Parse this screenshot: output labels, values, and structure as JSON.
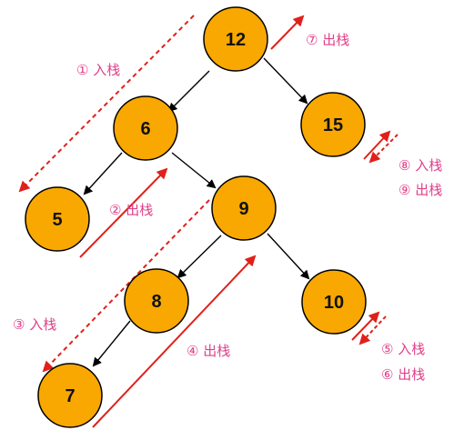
{
  "colors": {
    "node_fill": "#f8a800",
    "node_stroke": "#000000",
    "edge": "#000000",
    "arrow": "#e0201a",
    "annotation_text": "#e0408a"
  },
  "nodes": [
    {
      "id": "n12",
      "value": "12"
    },
    {
      "id": "n6",
      "value": "6"
    },
    {
      "id": "n15",
      "value": "15"
    },
    {
      "id": "n5",
      "value": "5"
    },
    {
      "id": "n9",
      "value": "9"
    },
    {
      "id": "n8",
      "value": "8"
    },
    {
      "id": "n10",
      "value": "10"
    },
    {
      "id": "n7",
      "value": "7"
    }
  ],
  "annotations": {
    "a1": "① 入栈",
    "a2": "② 出栈",
    "a3": "③ 入栈",
    "a4": "④ 出栈",
    "a5": "⑤ 入栈",
    "a6": "⑥ 出栈",
    "a7": "⑦ 出栈",
    "a8": "⑧ 入栈",
    "a9": "⑨ 出栈"
  }
}
